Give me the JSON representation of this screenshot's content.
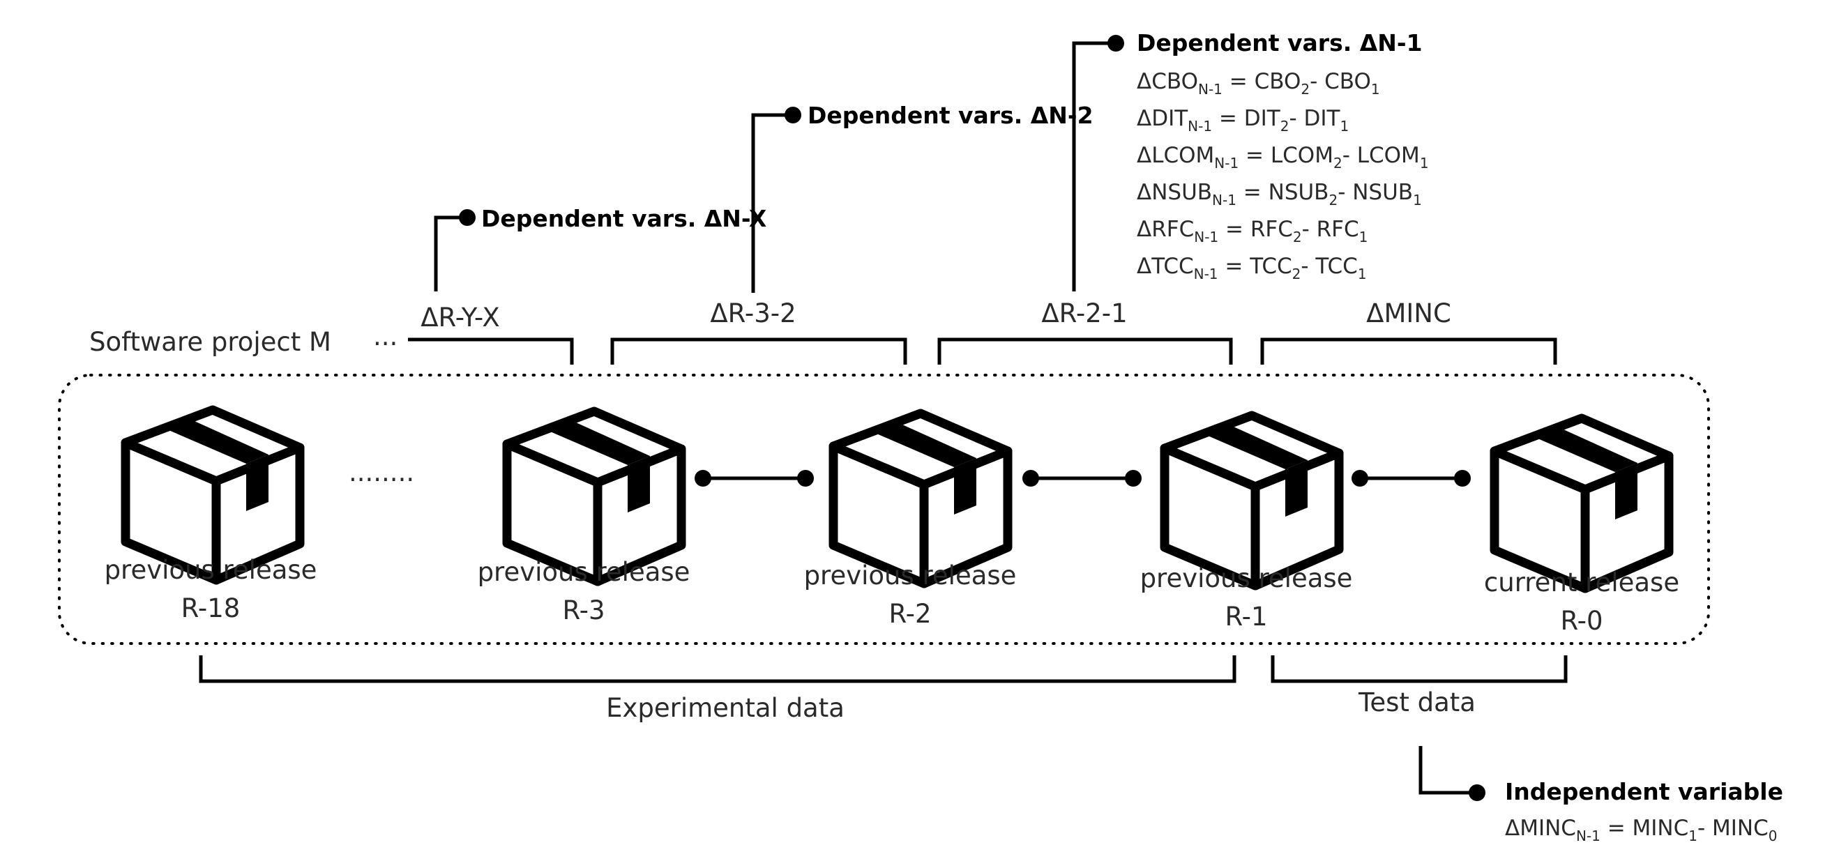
{
  "project_label": "Software project M",
  "releases": [
    {
      "name": "previous release",
      "id": "R-18"
    },
    {
      "name": "previous release",
      "id": "R-3"
    },
    {
      "name": "previous release",
      "id": "R-2"
    },
    {
      "name": "previous release",
      "id": "R-1"
    },
    {
      "name": "current release",
      "id": "R-0"
    }
  ],
  "ellipsis_between_boxes": "........",
  "ellipsis_top": "...",
  "delta_brackets": [
    "ΔR-Y-X",
    "ΔR-3-2",
    "ΔR-2-1",
    "ΔMINC"
  ],
  "dependent_vars": [
    {
      "title": "Dependent vars. ΔN-X"
    },
    {
      "title": "Dependent vars. ΔN-2"
    },
    {
      "title": "Dependent vars. ΔN-1",
      "formulas": [
        {
          "lhs": "ΔCBO",
          "lhs_sub": "N-1",
          "eq": " = ",
          "a": "CBO",
          "a_sub": "2",
          "minus": "- ",
          "b": "CBO",
          "b_sub": "1"
        },
        {
          "lhs": "ΔDIT",
          "lhs_sub": "N-1",
          "eq": " = ",
          "a": "DIT",
          "a_sub": "2",
          "minus": "- ",
          "b": "DIT",
          "b_sub": "1"
        },
        {
          "lhs": "ΔLCOM",
          "lhs_sub": "N-1",
          "eq": " = ",
          "a": "LCOM",
          "a_sub": "2",
          "minus": "- ",
          "b": "LCOM",
          "b_sub": "1"
        },
        {
          "lhs": "ΔNSUB",
          "lhs_sub": "N-1",
          "eq": " = ",
          "a": "NSUB",
          "a_sub": "2",
          "minus": "- ",
          "b": "NSUB",
          "b_sub": "1"
        },
        {
          "lhs": "ΔRFC",
          "lhs_sub": "N-1",
          "eq": " = ",
          "a": "RFC",
          "a_sub": "2",
          "minus": "- ",
          "b": "RFC",
          "b_sub": "1"
        },
        {
          "lhs": "ΔTCC",
          "lhs_sub": "N-1",
          "eq": " = ",
          "a": "TCC",
          "a_sub": "2",
          "minus": "- ",
          "b": "TCC",
          "b_sub": "1"
        }
      ]
    }
  ],
  "bottom_brackets": {
    "experimental": "Experimental data",
    "test": "Test data"
  },
  "independent": {
    "title": "Independent variable",
    "formula": {
      "lhs": "ΔMINC",
      "lhs_sub": "N-1",
      "eq": " = ",
      "a": "MINC",
      "a_sub": "1",
      "minus": "- ",
      "b": "MINC",
      "b_sub": "0"
    }
  }
}
